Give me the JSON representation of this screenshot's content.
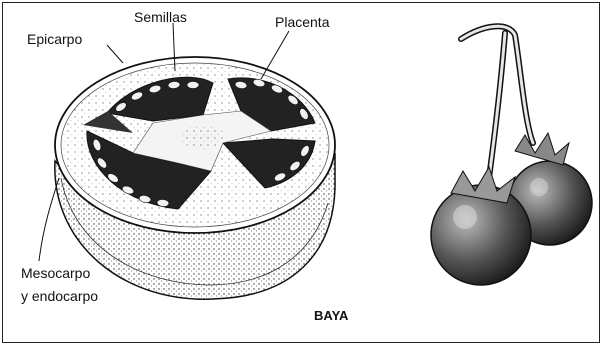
{
  "labels": {
    "semillas": "Semillas",
    "placenta": "Placenta",
    "epicarpo": "Epicarpo",
    "mesocarpo_line1": "Mesocarpo",
    "mesocarpo_line2": "y endocarpo",
    "caption": "BAYA"
  },
  "colors": {
    "ink": "#1a1a1a",
    "paper": "#ffffff"
  }
}
